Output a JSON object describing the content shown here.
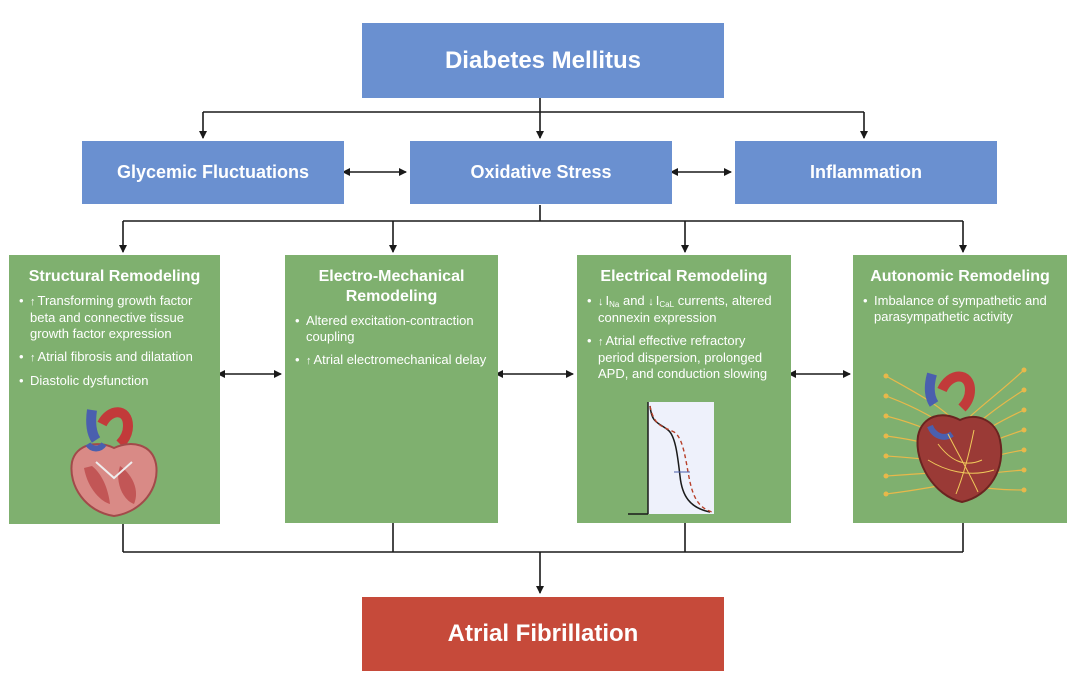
{
  "top": {
    "title": "Diabetes Mellitus"
  },
  "row2": {
    "glycemic": "Glycemic Fluctuations",
    "oxidative": "Oxidative Stress",
    "inflammation": "Inflammation"
  },
  "panels": {
    "structural": {
      "title": "Structural Remodeling",
      "b1_arrow": "↑",
      "b1": "Transforming growth factor beta and connective tissue growth factor expression",
      "b2_arrow": "↑",
      "b2": "Atrial fibrosis and dilatation",
      "b3": "Diastolic dysfunction"
    },
    "electromech": {
      "title": "Electro-Mechanical Remodeling",
      "b1": "Altered excitation-contraction coupling",
      "b2_arrow": "↑",
      "b2": "Atrial electromechanical delay"
    },
    "electrical": {
      "title": "Electrical Remodeling",
      "b1_arrow1": "↓",
      "b1_I1": "I",
      "b1_sub1": "Na",
      "b1_and": " and ",
      "b1_arrow2": "↓",
      "b1_I2": "I",
      "b1_sub2": "CaL",
      "b1_rest": " currents, altered connexin expression",
      "b2_arrow": "↑",
      "b2": "Atrial effective refractory period dispersion, prolonged APD, and conduction slowing"
    },
    "autonomic": {
      "title": "Autonomic Remodeling",
      "b1": "Imbalance of sympathetic and parasympathetic activity"
    }
  },
  "bottom": {
    "title": "Atrial Fibrillation"
  },
  "colors": {
    "blue_box": "#6a90d0",
    "green_box": "#7fb06f",
    "red_box": "#c64a3a",
    "connector": "#1a1a1a"
  }
}
